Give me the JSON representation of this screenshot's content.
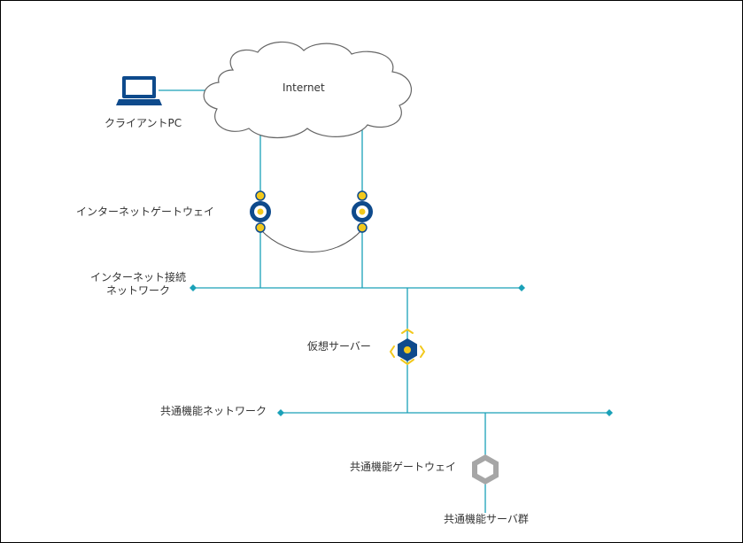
{
  "labels": {
    "internet": "Internet",
    "client_pc": "クライアントPC",
    "internet_gateway": "インターネットゲートウェイ",
    "internet_network_line1": "インターネット接続",
    "internet_network_line2": "ネットワーク",
    "virtual_server": "仮想サーバー",
    "common_network": "共通機能ネットワーク",
    "common_gateway": "共通機能ゲートウェイ",
    "common_servers": "共通機能サーバ群"
  },
  "icons": {
    "laptop": "laptop-icon",
    "cloud": "cloud-icon",
    "gateway": "gateway-icon",
    "virtual_server": "virtual-server-icon",
    "common_gateway": "hexagon-gateway-icon"
  },
  "colors": {
    "line": "#1aa1b8",
    "navy": "#0e4a8c",
    "gold": "#f2c81c",
    "gray": "#a6a6a6",
    "text": "#333333"
  }
}
